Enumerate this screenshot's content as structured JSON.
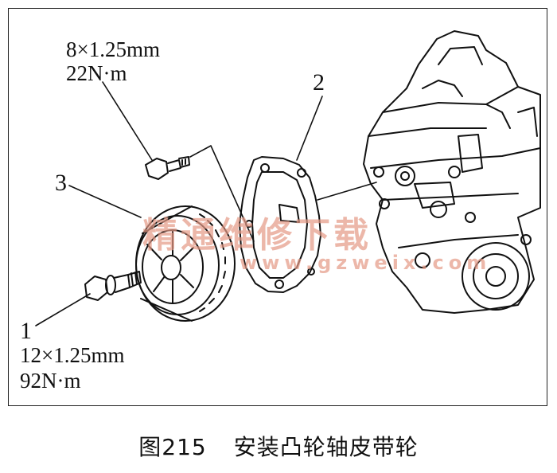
{
  "labels": {
    "bolt_upper": {
      "spec": "8×1.25mm",
      "torque": "22N·m"
    },
    "bolt_lower": {
      "number": "1",
      "spec": "12×1.25mm",
      "torque": "92N·m"
    },
    "cover_number": "2",
    "pulley_number": "3"
  },
  "watermark": {
    "text": "精通维修下载",
    "url": "www.gzweix.com",
    "color": "#e59a86"
  },
  "caption": {
    "figure": "图215",
    "title": "安装凸轮轴皮带轮"
  },
  "colors": {
    "line": "#111111",
    "frame": "#222222"
  }
}
